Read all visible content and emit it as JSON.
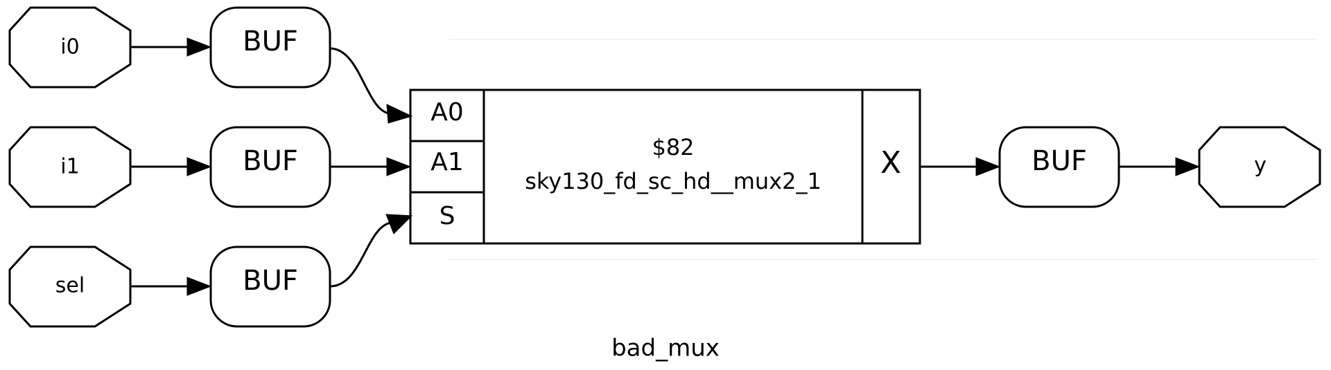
{
  "diagram": {
    "caption": "bad_mux",
    "inputs": [
      {
        "name": "i0"
      },
      {
        "name": "i1"
      },
      {
        "name": "sel"
      }
    ],
    "input_buffers": [
      {
        "label": "BUF"
      },
      {
        "label": "BUF"
      },
      {
        "label": "BUF"
      }
    ],
    "cell": {
      "id": "$82",
      "type": "sky130_fd_sc_hd__mux2_1",
      "input_pins": [
        "A0",
        "A1",
        "S"
      ],
      "output_pin": "X"
    },
    "output_buffer": {
      "label": "BUF"
    },
    "outputs": [
      {
        "name": "y"
      }
    ]
  }
}
